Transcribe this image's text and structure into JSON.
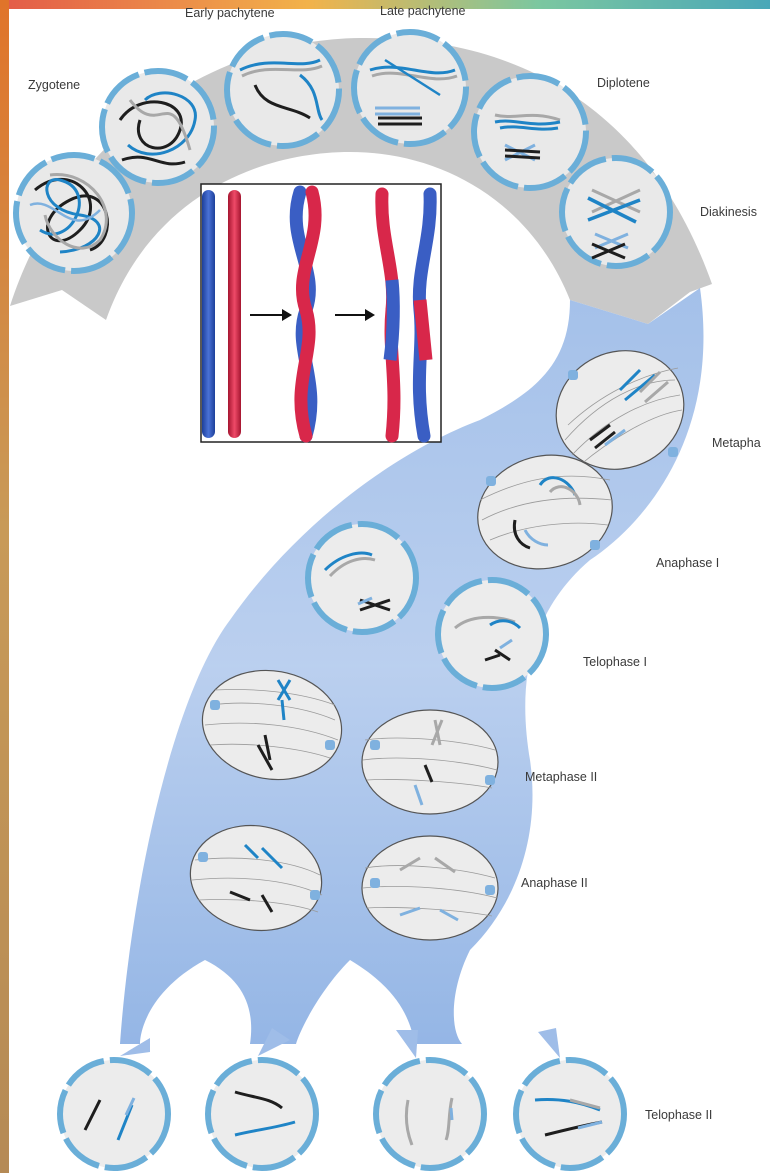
{
  "stages": {
    "zygotene": "Zygotene",
    "early_pachytene": "Early pachytene",
    "late_pachytene": "Late pachytene",
    "diplotene": "Diplotene",
    "diakinesis": "Diakinesis",
    "metaphase_1": "Metapha",
    "anaphase_1": "Anaphase I",
    "telophase_1": "Telophase I",
    "metaphase_2": "Metaphase II",
    "anaphase_2": "Anaphase II",
    "telophase_2": "Telophase II"
  },
  "colors": {
    "band_gray": "#c8c8c8",
    "flow_blue": "#a9c4ea",
    "nucleus_ring": "#6aaed8",
    "cell_fill": "#ececec",
    "chrom_blue": "#1f84c6",
    "chrom_light_blue": "#7fb1df",
    "chrom_gray": "#a8a8a8",
    "chrom_black": "#1e1e1e",
    "inset_blue": "#2e55b8",
    "inset_red": "#d8274a",
    "left_edge": "#d08a4a"
  },
  "icons": [
    "arrow-right-icon",
    "flow-arrow-icon"
  ]
}
